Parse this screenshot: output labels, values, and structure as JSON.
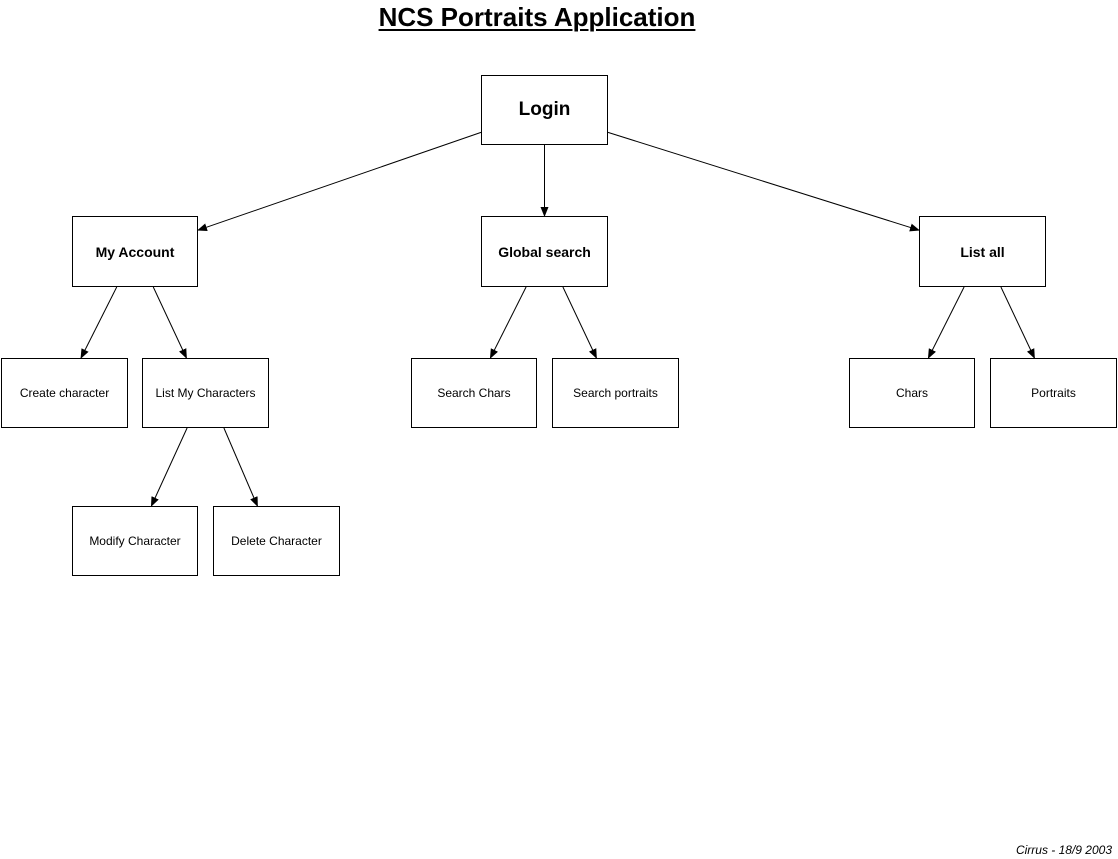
{
  "title": "NCS Portraits Application",
  "footer": "Cirrus - 18/9 2003",
  "nodes": {
    "login": "Login",
    "my_account": "My Account",
    "global_search": "Global search",
    "list_all": "List all",
    "create_character": "Create character",
    "list_my_characters": "List My Characters",
    "modify_character": "Modify Character",
    "delete_character": "Delete Character",
    "search_chars": "Search Chars",
    "search_portraits": "Search portraits",
    "chars": "Chars",
    "portraits": "Portraits"
  },
  "edges": [
    [
      "login",
      "my_account"
    ],
    [
      "login",
      "global_search"
    ],
    [
      "login",
      "list_all"
    ],
    [
      "my_account",
      "create_character"
    ],
    [
      "my_account",
      "list_my_characters"
    ],
    [
      "list_my_characters",
      "modify_character"
    ],
    [
      "list_my_characters",
      "delete_character"
    ],
    [
      "global_search",
      "search_chars"
    ],
    [
      "global_search",
      "search_portraits"
    ],
    [
      "list_all",
      "chars"
    ],
    [
      "list_all",
      "portraits"
    ]
  ]
}
